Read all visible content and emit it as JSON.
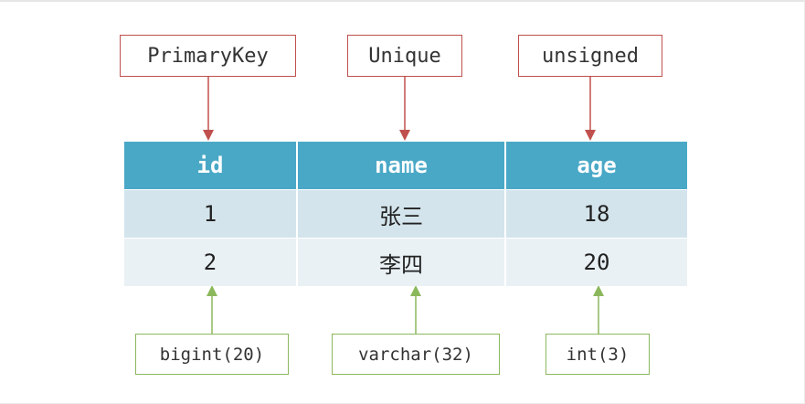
{
  "colors": {
    "header_bg": "#4aa8c7",
    "row1_bg": "#d3e4ec",
    "row2_bg": "#e9f1f5",
    "constraint_border": "#c0504d",
    "type_border": "#8cb85c"
  },
  "constraints": [
    "PrimaryKey",
    "Unique",
    "unsigned"
  ],
  "types": [
    "bigint(20)",
    "varchar(32)",
    "int(3)"
  ],
  "table": {
    "headers": [
      "id",
      "name",
      "age"
    ],
    "rows": [
      [
        "1",
        "张三",
        "18"
      ],
      [
        "2",
        "李四",
        "20"
      ]
    ]
  }
}
